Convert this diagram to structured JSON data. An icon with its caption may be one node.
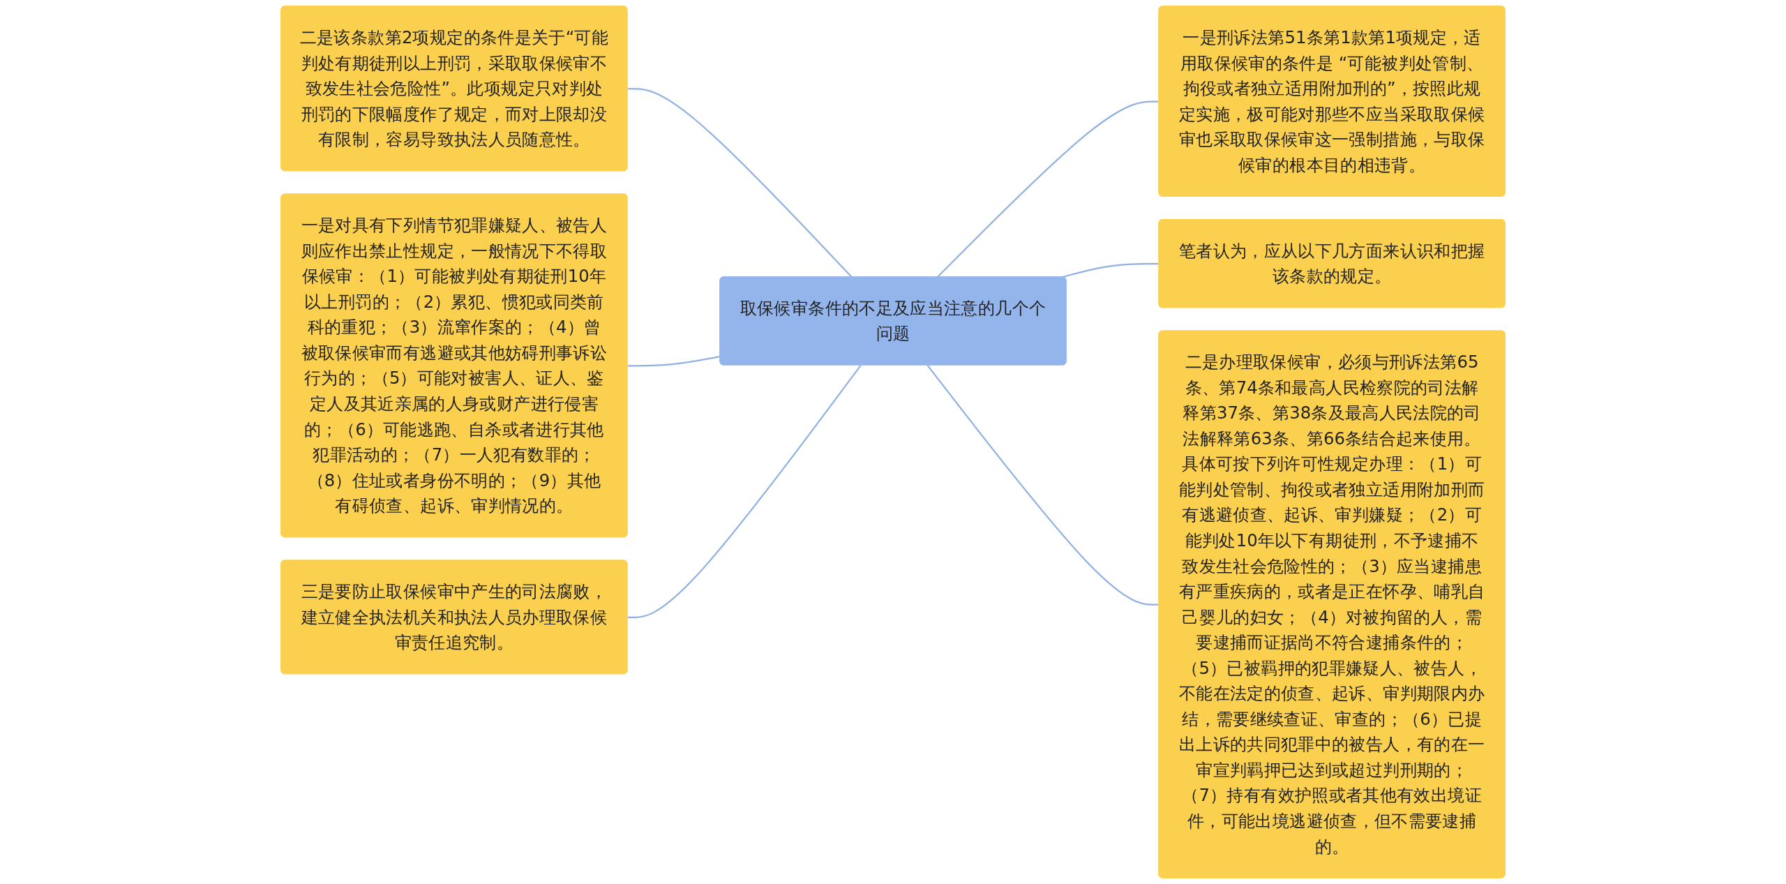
{
  "diagram": {
    "nodes": [
      {
        "text": [
          "取保候审条件的不足及应当注意的几个个问题"
        ]
      },
      {
        "text": [
          "二是该条款第2项规定的条件是关于“可能判处有期徒刑以上刑罚，采取取保候审不致发生社会危险性”。此项规定只对判处刑罚的下限幅度作了规定，而对上限却没有限制，容易导致执法人员随意性。"
        ]
      },
      {
        "text": [
          "一是对具有下列情节犯罪嫌疑人、被告人则应作出禁止性规定，一般情况下不得取保候审：（1）可能被判处有期徒刑10年以上刑罚的；（2）累犯、惯犯或同类前科的重犯；（3）流窜作案的；（4）曾被取保候审而有逃避或其他妨碍刑事诉讼行为的；（5）可能对被害人、证人、鉴定人及其近亲属的人身或财产进行侵害的；（6）可能逃跑、自杀或者进行其他犯罪活动的；（7）一人犯有数罪的；（8）住址或者身份不明的；（9）其他有碍侦查、起诉、审判情况的。"
        ]
      },
      {
        "text": [
          "三是要防止取保候审中产生的司法腐败，建立健全执法机关和执法人员办理取保候审责任追究制。"
        ]
      },
      {
        "text": [
          "一是刑诉法第51条第1款第1项规定，适用取保候审的条件是 “可能被判处管制、拘役或者独立适用附加刑的”，按照此规定实施，极可能对那些不应当采取取保候审也采取取保候审这一强制措施，与取保候审的根本目的相违背。"
        ]
      },
      {
        "text": [
          "笔者认为，应从以下几方面来认识和把握该条款的规定。"
        ]
      },
      {
        "text": [
          "二是办理取保候审，必须与刑诉法第65条、第74条和最高人民检察院的司法解释第37条、第38条及最高人民法院的司法解释第63条、第66条结合起来使用。具体可按下列许可性规定办理：（1）可能判处管制、拘役或者独立适用附加刑而有逃避侦查、起诉、审判嫌疑；（2）可能判处10年以下有期徒刑，不予逮捕不致发生社会危险性的；（3）应当逮捕患有严重疾病的，或者是正在怀孕、哺乳自己婴儿的妇女；（4）对被拘留的人，需要逮捕而证据尚不符合逮捕条件的；（5）已被羁押的犯罪嫌疑人、被告人，不能在法定的侦查、起诉、审判期限内办结，需要继续查证、审查的；（6）已提出上诉的共同犯罪中的被告人，有的在一审宣判羁押已达到或超过判刑期的；（7）持有有效护照或者其他有效出境证件，可能出境逃避侦查，但不需要逮捕的。"
        ]
      }
    ],
    "edges": [
      {
        "from": 0,
        "to": 1,
        "arrow": "none"
      },
      {
        "from": 0,
        "to": 2,
        "arrow": "none"
      },
      {
        "from": 0,
        "to": 3,
        "arrow": "none"
      },
      {
        "from": 0,
        "to": 4,
        "arrow": "none"
      },
      {
        "from": 0,
        "to": 5,
        "arrow": "none"
      },
      {
        "from": 0,
        "to": 6,
        "arrow": "none"
      }
    ]
  }
}
